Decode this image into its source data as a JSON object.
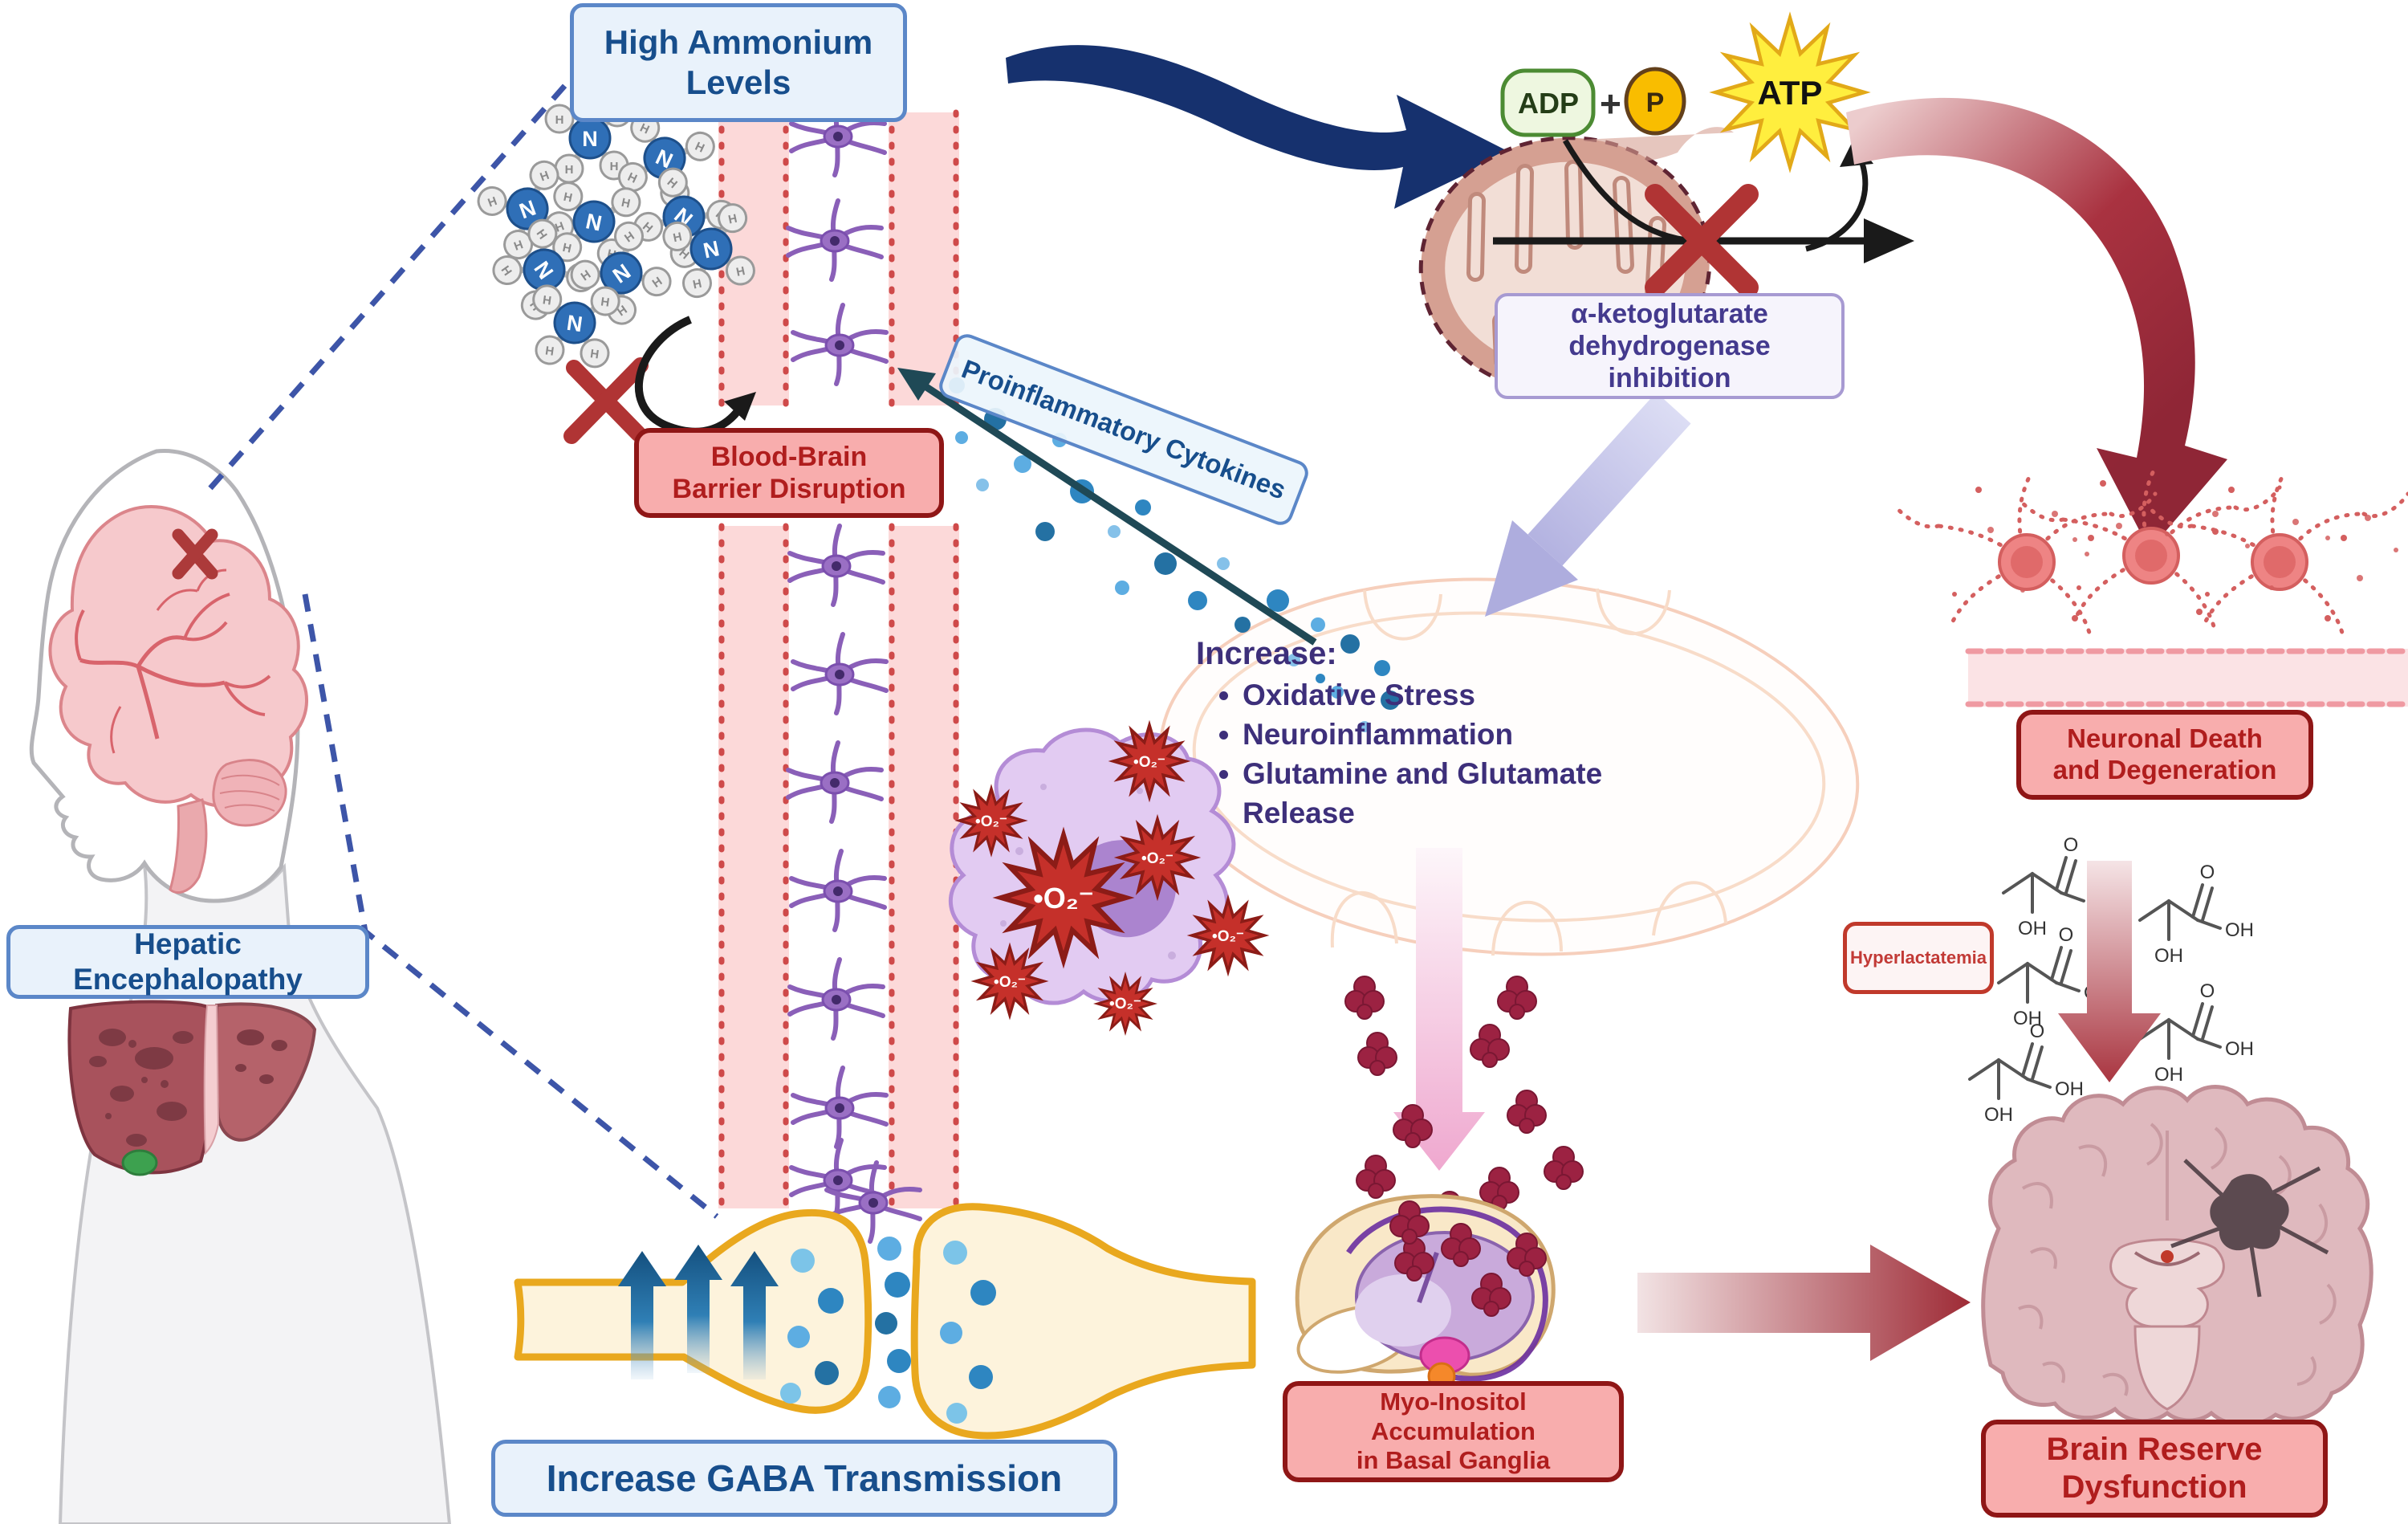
{
  "nodes": {
    "high_ammonium": {
      "lines": [
        "High Ammonium",
        "Levels"
      ]
    },
    "hepatic_encephalopathy": {
      "label": "Hepatic Encephalopathy"
    },
    "bbb_disruption": {
      "lines": [
        "Blood-Brain",
        "Barrier Disruption"
      ]
    },
    "proinflammatory_cytokines": {
      "label": "Proinflammatory Cytokines"
    },
    "akg_inhibition": {
      "lines": [
        "α-ketoglutarate",
        "dehydrogenase inhibition"
      ]
    },
    "energy": {
      "adp": "ADP",
      "plus": "+",
      "phosphate": "P",
      "atp": "ATP"
    },
    "increase": {
      "title": "Increase:",
      "items": [
        "Oxidative Stress",
        "Neuroinflammation",
        "Glutamine and Glutamate Release"
      ]
    },
    "superoxide_label": "•O₂⁻",
    "neuronal_death": {
      "lines": [
        "Neuronal Death",
        "and Degeneration"
      ]
    },
    "hyperlactatemia": {
      "label": "Hyperlactatemia"
    },
    "lactate": {
      "o": "O",
      "oh": "OH"
    },
    "myo_inositol": {
      "lines": [
        "Myo-Inositol Accumulation",
        "in Basal Ganglia"
      ]
    },
    "brain_reserve": {
      "lines": [
        "Brain Reserve",
        "Dysfunction"
      ]
    },
    "gaba": {
      "label": "Increase GABA Transmission"
    },
    "atoms": {
      "nitrogen": "N",
      "hydrogen": "H"
    }
  },
  "colors": {
    "blue_box_bg": "#e9f2fb",
    "blue_box_border": "#5b87c8",
    "blue_text": "#174e8c",
    "pink_box_bg": "#f8adad",
    "pink_box_border": "#8f1616",
    "red_text": "#b01d1d",
    "lavender_box_bg": "#f6f4fc",
    "lavender_box_border": "#a79ad2",
    "purple_text": "#443a8e",
    "hyper_box_bg": "#fdf4f4",
    "hyper_box_border": "#c0392b",
    "hyper_text": "#c23a36",
    "navy_arrow": "#16316e",
    "teal_arrow": "#1f4956",
    "maroon_arrow": "#9e2b36",
    "pink_arrow": "#efa8cf",
    "lavender_arrow": "#b3b1e3",
    "black_arrow": "#1a1a1a",
    "cytokine_blue": "#2e86c1",
    "ammonium_nitrogen": "#2f6fb7",
    "ammonium_hydrogen": "#ededed",
    "barrier_band": "#fcd9d9",
    "barrier_dots": "#cf4a4a",
    "astrocyte_purple": "#8a5fb8",
    "mito_outer": "#d5a092",
    "mito_inner": "#f2ded6",
    "mito_border": "#5f2433",
    "adp_bg": "#eef7e0",
    "adp_border": "#4c8b33",
    "phosphate_fill": "#f9bd00",
    "atp_fill": "#ffee3e",
    "superoxide_fill": "#c5302a",
    "microglia_fill": "#e2cbf2",
    "microglia_nucleus": "#ab84cf",
    "neuron_red": "#ee8484",
    "brain_pink": "#f6c9cc",
    "liver_red": "#a8525c",
    "gallbladder_green": "#3da14f",
    "synapse_fill": "#fdf3dc",
    "synapse_border": "#e9a81e",
    "vesicle_blue": "#2e86c1",
    "gaba_arrow_blue": "#1b5c94",
    "ganglia_cream": "#f9e8c8",
    "ganglia_purple": "#c9aadb",
    "ganglia_magenta": "#ec4fae",
    "ganglia_orange": "#f5882a",
    "myo_clump": "#9c2242",
    "coronal_brain": "#dfb9be",
    "lesion_dark": "#4a3b41",
    "red_x": "#b03434"
  }
}
